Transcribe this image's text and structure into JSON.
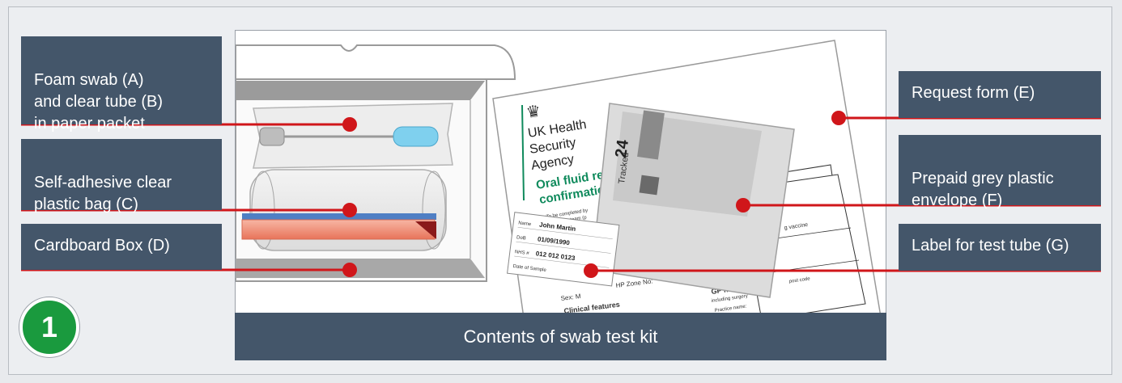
{
  "labels": {
    "a": "Foam swab (A)\nand clear tube (B)\nin paper packet",
    "c": "Self-adhesive clear\nplastic bag (C)",
    "d": "Cardboard Box (D)",
    "e": "Request form (E)",
    "f": "Prepaid grey plastic\nenvelope (F)",
    "g": "Label for test tube (G)"
  },
  "caption": "Contents of swab test kit",
  "step_number": "1",
  "form": {
    "org_line1": "UK Health",
    "org_line2": "Security",
    "org_line3": "Agency",
    "title_line1": "Oral fluid re",
    "title_line2": "confirmatio",
    "completed_by": "To be completed by",
    "protection_team": "protection team (p",
    "hp_zone": "HP Zone No:",
    "sex": "Sex: M",
    "clinical": "Clinical features",
    "gp_name": "GP nam",
    "surgery": "including surgery",
    "post_code": "post code",
    "practice": "Practice name:",
    "vaccine": "g vaccine"
  },
  "sticker": {
    "name_label": "Name",
    "name_value": "John Martin",
    "dob_label": "DoB",
    "dob_value": "01/09/1990",
    "nhs_label": "NHS #",
    "nhs_value": "012 012 0123",
    "sample_label": "Date of Sample"
  },
  "envelope": {
    "tracked": "Tracked",
    "number": "24"
  },
  "colors": {
    "panel": "#44566a",
    "leader": "#d0161a",
    "badge": "#1a9a3e",
    "form_green": "#0f8a5c"
  }
}
